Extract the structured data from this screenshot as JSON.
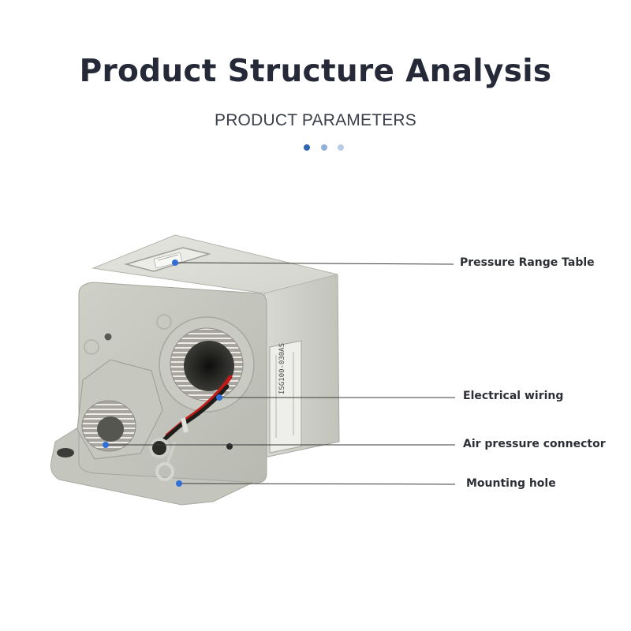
{
  "header": {
    "title": "Product Structure Analysis",
    "subtitle": "PRODUCT PARAMETERS"
  },
  "pager": {
    "dots": [
      {
        "color": "#2e64b0",
        "active": true
      },
      {
        "color": "#8fb0d8",
        "active": false
      },
      {
        "color": "#b9cde6",
        "active": false
      }
    ]
  },
  "product": {
    "nameplate_text": "ISG100-030AS",
    "callouts": [
      {
        "label": "Pressure Range Table"
      },
      {
        "label": "Electrical wiring"
      },
      {
        "label": "Air pressure connector"
      },
      {
        "label": "Mounting hole"
      }
    ]
  },
  "colors": {
    "title": "#262a38",
    "marker": "#2f6fd6",
    "body": "#cfd0c8"
  }
}
